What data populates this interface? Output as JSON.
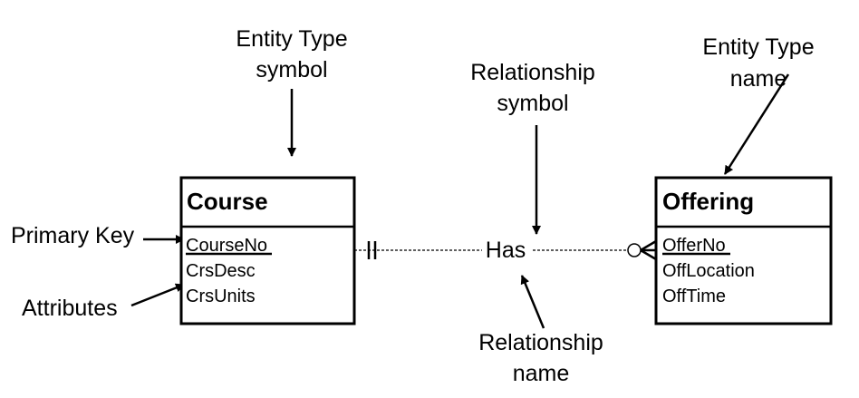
{
  "annotations": {
    "entity_type_symbol": [
      "Entity Type",
      "symbol"
    ],
    "entity_type_name": [
      "Entity Type",
      "name"
    ],
    "relationship_symbol": [
      "Relationship",
      "symbol"
    ],
    "relationship_name": [
      "Relationship",
      "name"
    ],
    "primary_key": "Primary Key",
    "attributes": "Attributes"
  },
  "entities": [
    {
      "name": "Course",
      "attributes": [
        "CourseNo",
        "CrsDesc",
        "CrsUnits"
      ],
      "primary_key": "CourseNo"
    },
    {
      "name": "Offering",
      "attributes": [
        "OfferNo",
        "OffLocation",
        "OffTime"
      ],
      "primary_key": "OfferNo"
    }
  ],
  "relationship": {
    "name": "Has",
    "from": "Course",
    "to": "Offering",
    "from_cardinality": "exactly one",
    "to_cardinality": "zero or many"
  }
}
